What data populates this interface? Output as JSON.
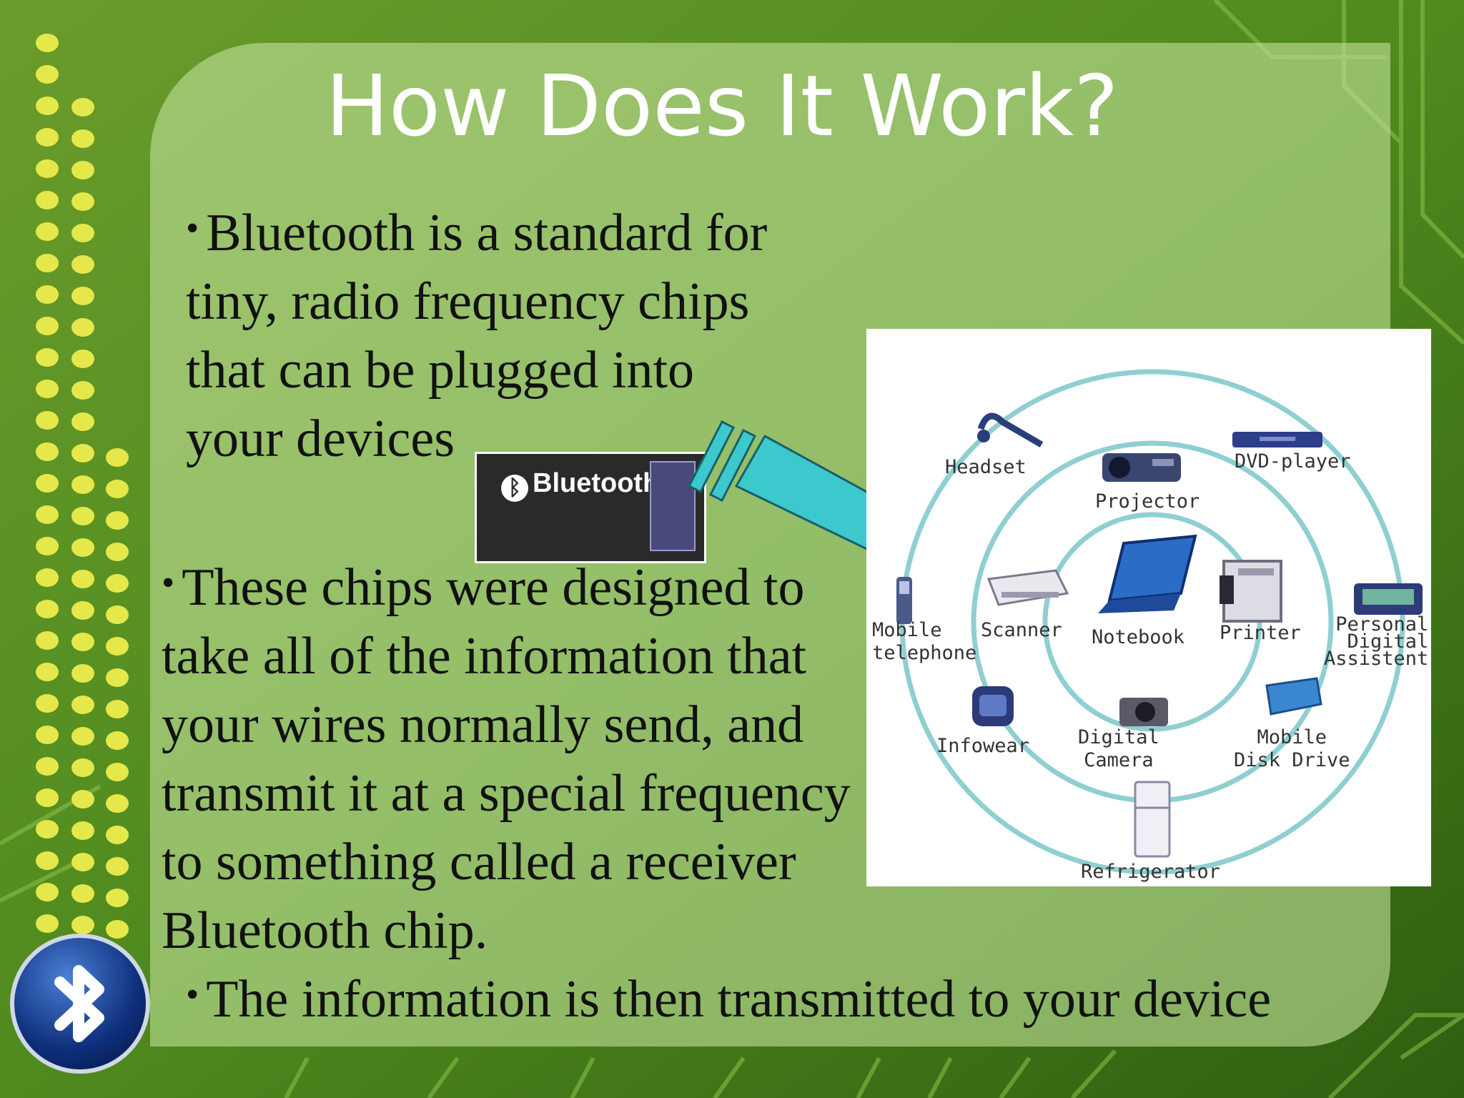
{
  "slide": {
    "title": "How Does It Work?",
    "bullets": [
      "Bluetooth is a standard for tiny, radio frequency chips that can be plugged into your devices",
      "These chips were designed to take all of the information that your wires normally send, and transmit it at a special frequency to something called a receiver Bluetooth chip.",
      "The information is then transmitted to your device"
    ],
    "bullet_glyph": "•",
    "card": {
      "brand": "Bluetooth",
      "symbol": "ᛒ"
    },
    "diagram_labels": {
      "headset": "Headset",
      "projector": "Projector",
      "dvd": "DVD-player",
      "mobile": [
        "Mobile",
        "telephone"
      ],
      "scanner": "Scanner",
      "notebook": "Notebook",
      "printer": "Printer",
      "pda": [
        "Personal",
        "Digital",
        "Assistent"
      ],
      "infowear": "Infowear",
      "camera": [
        "Digital",
        "Camera"
      ],
      "disk": [
        "Mobile",
        "Disk Drive"
      ],
      "fridge": "Refrigerator"
    }
  },
  "colors": {
    "panel": "#bede96",
    "arrow": "#3cc8cc",
    "ring": "#8fcfd1",
    "title": "#ffffff",
    "text": "#111111"
  },
  "icons": [
    "bluetooth-icon",
    "bluetooth-card-icon",
    "arrow-icon"
  ]
}
